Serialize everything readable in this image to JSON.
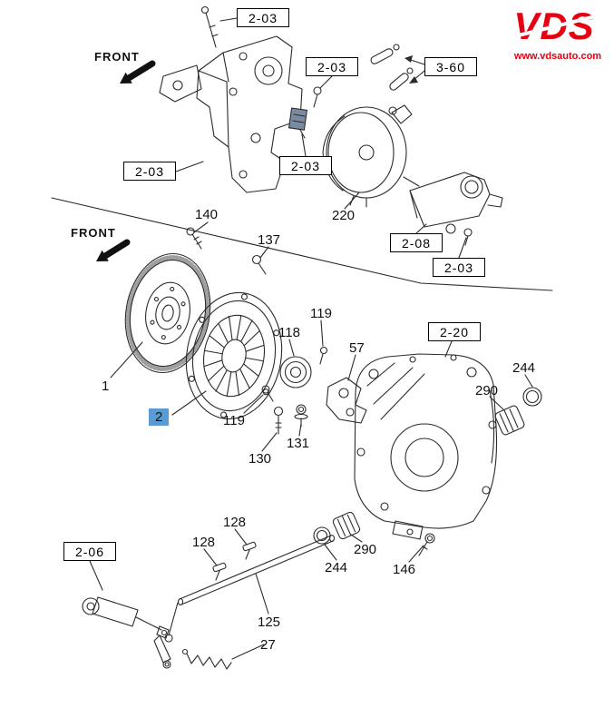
{
  "brand": {
    "name": "VDS",
    "website": "www.vdsauto.com",
    "accent_color": "#e60012"
  },
  "orientation": {
    "front_top": "FRONT",
    "front_bottom": "FRONT"
  },
  "colors": {
    "highlight_blue": "#5b9bd5",
    "line_color": "#2b2b2b",
    "background": "#ffffff"
  },
  "ref_boxes": [
    {
      "label": "2-03"
    },
    {
      "label": "2-03"
    },
    {
      "label": "3-60"
    },
    {
      "label": "2-03"
    },
    {
      "label": "2-03"
    },
    {
      "label": "2-08"
    },
    {
      "label": "2-03"
    },
    {
      "label": "2-20"
    },
    {
      "label": "2-06"
    }
  ],
  "callouts": [
    {
      "label": "140"
    },
    {
      "label": "137"
    },
    {
      "label": "220"
    },
    {
      "label": "1"
    },
    {
      "label": "2",
      "highlighted": true
    },
    {
      "label": "118"
    },
    {
      "label": "119"
    },
    {
      "label": "57"
    },
    {
      "label": "119"
    },
    {
      "label": "130"
    },
    {
      "label": "131"
    },
    {
      "label": "244"
    },
    {
      "label": "290"
    },
    {
      "label": "128"
    },
    {
      "label": "128"
    },
    {
      "label": "244"
    },
    {
      "label": "290"
    },
    {
      "label": "146"
    },
    {
      "label": "125"
    },
    {
      "label": "27"
    }
  ]
}
